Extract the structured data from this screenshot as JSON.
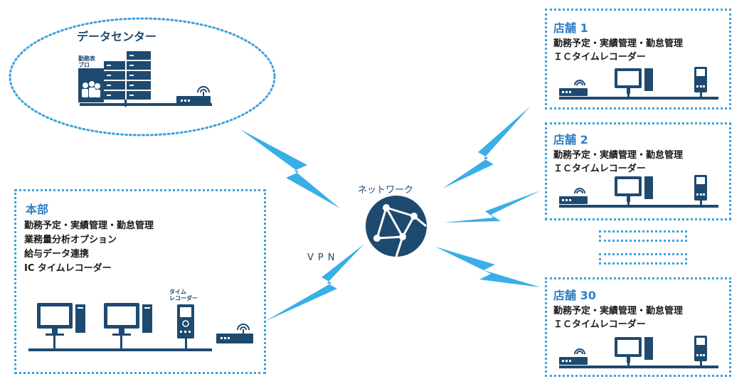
{
  "data_center": {
    "title": "データセンター",
    "app_label": "勤務表\nプロ"
  },
  "network": {
    "label": "ネットワーク",
    "vpn_label": "VPN"
  },
  "headquarters": {
    "title": "本部",
    "lines": [
      "勤務予定・実績管理・勤怠管理",
      "業務量分析オプション",
      "給与データ連携",
      "IC タイムレコーダー"
    ],
    "recorder_label": "タイム\nレコーダー"
  },
  "stores": [
    {
      "title": "店舗 1",
      "lines": [
        "勤務予定・実績管理・勤怠管理",
        "ＩＣタイムレコーダー"
      ]
    },
    {
      "title": "店舗 2",
      "lines": [
        "勤務予定・実績管理・勤怠管理",
        "ＩＣタイムレコーダー"
      ]
    },
    {
      "title": "店舗 30",
      "lines": [
        "勤務予定・実績管理・勤怠管理",
        "ＩＣタイムレコーダー"
      ]
    }
  ],
  "colors": {
    "accent": "#3fa1dd",
    "dark": "#1f4a70",
    "title": "#2f7fc4",
    "bolt": "#3aaee6"
  }
}
